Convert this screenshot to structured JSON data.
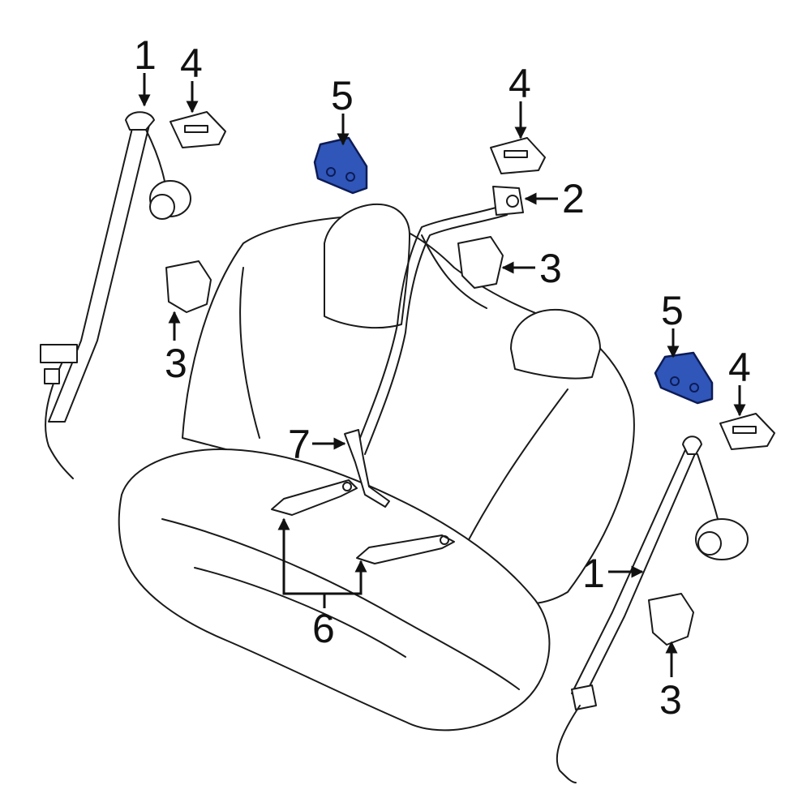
{
  "diagram": {
    "highlight_color": "#2f56b8",
    "line_color": "#1a1a1a",
    "callouts": {
      "c1": "1",
      "c2": "2",
      "c3": "3",
      "c4": "4",
      "c5": "5",
      "c6": "6",
      "c7": "7"
    }
  }
}
